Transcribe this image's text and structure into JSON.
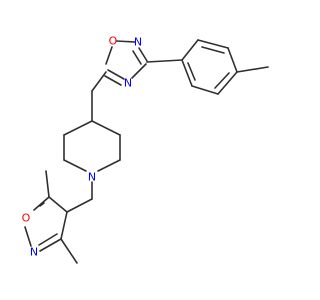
{
  "molecule": {
    "atoms": {
      "o_oxadiazole": {
        "symbol": "O"
      },
      "n_oxadiazole_2": {
        "symbol": "N"
      },
      "n_oxadiazole_4": {
        "symbol": "N"
      },
      "n_piperidine": {
        "symbol": "N"
      },
      "o_isoxazole": {
        "symbol": "O"
      },
      "n_isoxazole": {
        "symbol": "N"
      }
    },
    "colors": {
      "bond": "#2f2f2f",
      "oxygen": "#ff0000",
      "nitrogen": "#0000ff",
      "background": "#ffffff"
    }
  }
}
